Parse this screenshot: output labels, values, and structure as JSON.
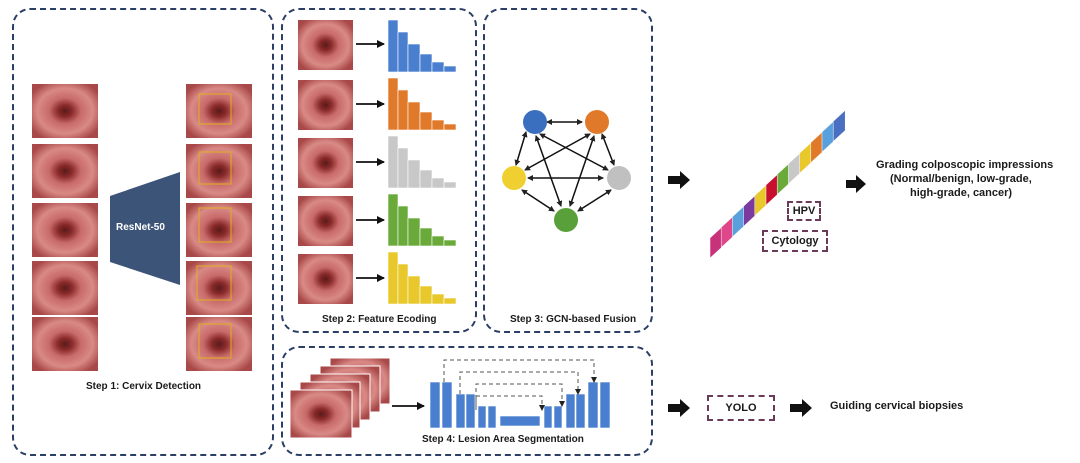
{
  "steps": {
    "step1": "Step 1: Cervix Detection",
    "step2": "Step 2: Feature Ecoding",
    "step3": "Step 3: GCN-based Fusion",
    "step4": "Step 4: Lesion Area Segmentation"
  },
  "model": "ResNet-50",
  "tags": {
    "hpv": "HPV",
    "cytology": "Cytology",
    "yolo": "YOLO"
  },
  "outputs": {
    "grading_line1": "Grading colposcopic impressions",
    "grading_line2": "(Normal/benign, low-grade,",
    "grading_line3": "high-grade, cancer)",
    "biopsy": "Guiding cervical biopsies"
  },
  "colors": {
    "panel_border": "#2b3f66",
    "feature_blue": "#4a7fd0",
    "feature_orange": "#e07a2a",
    "feature_gray": "#c8c8c8",
    "feature_green": "#6aaa3a",
    "feature_yellow": "#e8c82a",
    "node_blue": "#3a6fc0",
    "node_orange": "#e07a2a",
    "node_yellow": "#f0d030",
    "node_gray": "#c0c0c0",
    "node_green": "#5aa03a",
    "trapezoid": "#3c5478"
  }
}
